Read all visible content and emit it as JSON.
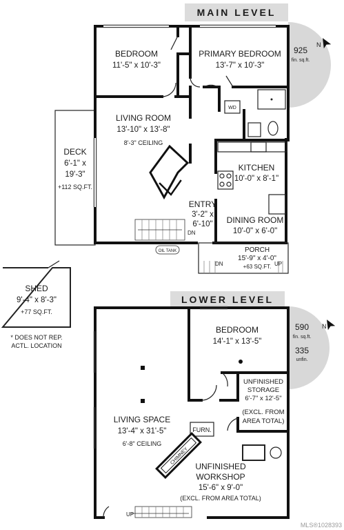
{
  "main_level": {
    "banner": "MAIN LEVEL",
    "area_value": "925",
    "area_unit": "fin. sq.ft.",
    "north": "N",
    "rooms": {
      "bedroom": {
        "name": "BEDROOM",
        "dims": "11'-5\" x 10'-3\""
      },
      "primary": {
        "name": "PRIMARY BEDROOM",
        "dims": "13'-7\" x 10'-3\""
      },
      "living": {
        "name": "LIVING ROOM",
        "dims": "13'-10\" x 13'-8\"",
        "note": "8'-3\" CEILING"
      },
      "deck": {
        "name": "DECK",
        "dims_a": "6'-1\" x",
        "dims_b": "19'-3\"",
        "area": "+112 SQ.FT."
      },
      "kitchen": {
        "name": "KITCHEN",
        "dims": "10'-0\" x 8'-1\""
      },
      "entry": {
        "name": "ENTRY",
        "dims_a": "3'-2\" x",
        "dims_b": "6'-10\""
      },
      "dining": {
        "name": "DINING ROOM",
        "dims": "10'-0\" x 6'-0\""
      },
      "porch": {
        "name": "PORCH",
        "dims": "15'-9\" x 4'-0\"",
        "area": "+63 SQ.FT."
      }
    },
    "labels": {
      "wd": "WD",
      "dn1": "DN",
      "dn2": "DN",
      "up": "UP",
      "oil_tank": "OIL TANK"
    }
  },
  "shed": {
    "name": "SHED",
    "dims": "9'-4\" x 8'-3\"",
    "area": "+77 SQ.FT.",
    "note_a": "* DOES NOT REP.",
    "note_b": "ACTL. LOCATION"
  },
  "lower_level": {
    "banner": "LOWER LEVEL",
    "area_value": "590",
    "area_unit": "fin. sq.ft.",
    "unfin_value": "335",
    "unfin_unit": "unfin.",
    "north": "N",
    "rooms": {
      "bedroom": {
        "name": "BEDROOM",
        "dims": "14'-1\" x 13'-5\""
      },
      "storage": {
        "name_a": "UNFINISHED",
        "name_b": "STORAGE",
        "dims": "6'-7\" x 12'-5\"",
        "note_a": "(EXCL. FROM",
        "note_b": "AREA TOTAL)"
      },
      "living": {
        "name": "LIVING SPACE",
        "dims": "13'-4\" x 31'-5\"",
        "note": "6'-8\" CEILING"
      },
      "workshop": {
        "name_a": "UNFINISHED",
        "name_b": "WORKSHOP",
        "dims": "15'-6\" x 9'-0\"",
        "note": "(EXCL. FROM AREA TOTAL)"
      }
    },
    "labels": {
      "furn": "FURN.",
      "chimney": "CHIMNEY",
      "up": "UP"
    }
  },
  "watermark": "MLS®1028393"
}
